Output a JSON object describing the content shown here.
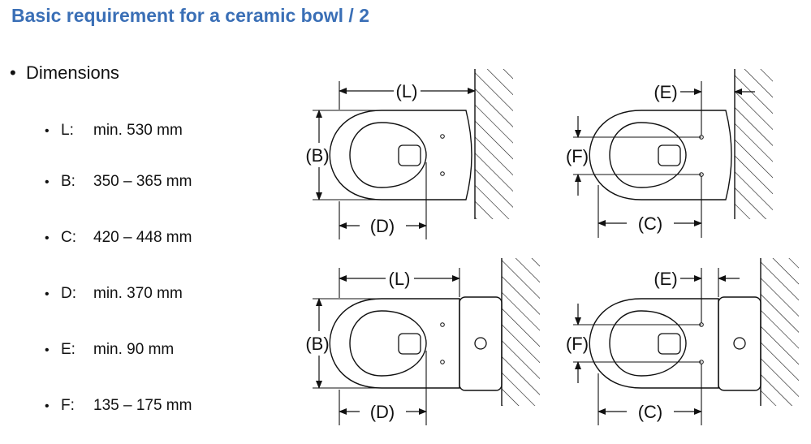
{
  "title": "Basic requirement for a ceramic bowl / 2",
  "section": {
    "bullet": "•",
    "heading": "Dimensions"
  },
  "dimensions": [
    {
      "bullet": "•",
      "key": "L:",
      "value": "min. 530 mm"
    },
    {
      "bullet": "•",
      "key": "B:",
      "value": "350 – 365 mm"
    },
    {
      "bullet": "•",
      "key": "C:",
      "value": "420 – 448 mm"
    },
    {
      "bullet": "•",
      "key": "D:",
      "value": "min. 370 mm"
    },
    {
      "bullet": "•",
      "key": "E:",
      "value": "min. 90 mm"
    },
    {
      "bullet": "•",
      "key": "F:",
      "value": "135 – 175 mm"
    }
  ],
  "labels": {
    "L": "(L)",
    "B": "(B)",
    "C": "(C)",
    "D": "(D)",
    "E": "(E)",
    "F": "(F)"
  },
  "colors": {
    "title": "#3a6fb6",
    "line": "#111111"
  }
}
